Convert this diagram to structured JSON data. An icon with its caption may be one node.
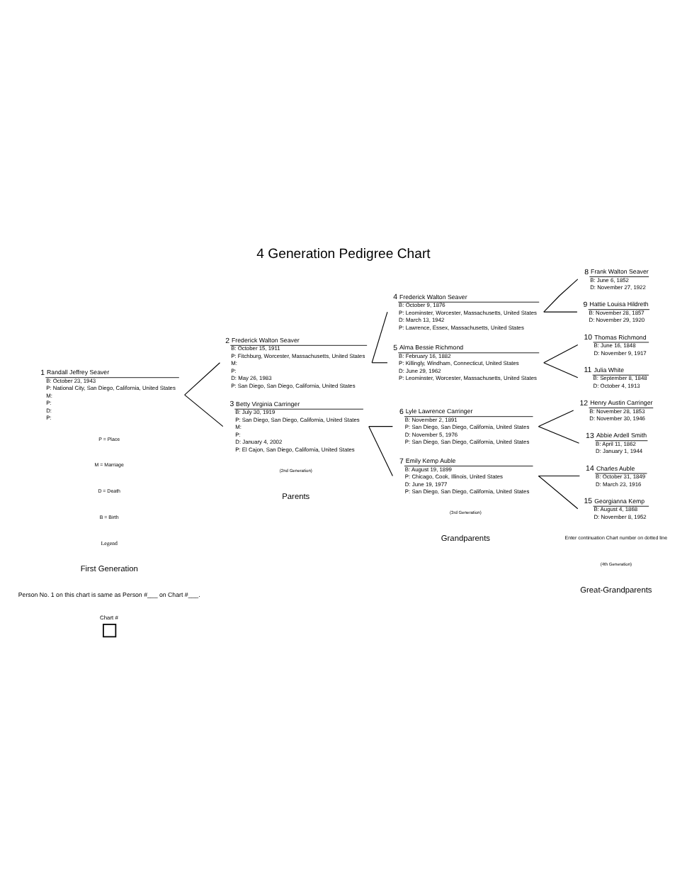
{
  "diagram": {
    "title": "4 Generation Pedigree Chart",
    "nodes": [
      {
        "text": [
          "1",
          "Randall Jeffrey Seaver",
          "B: October 23, 1943",
          "P: National City, San Diego, California, United States",
          "M:",
          "P:",
          "D:",
          "P:"
        ]
      },
      {
        "text": [
          "2",
          "Frederick Walton Seaver",
          "B: October 15, 1911",
          "P: Fitchburg, Worcester, Massachusetts, United States",
          "M:",
          "P:",
          "D: May 26, 1983",
          "P: San Diego, San Diego, California, United States"
        ]
      },
      {
        "text": [
          "3",
          "Betty Virginia Carringer",
          "B: July 30, 1919",
          "P: San Diego, San Diego, California, United States",
          "M:",
          "P:",
          "D: January 4, 2002",
          "P: El Cajon, San Diego, California, United States"
        ]
      },
      {
        "text": [
          "4",
          "Frederick Walton Seaver",
          "B: October 9, 1876",
          "P: Leominster, Worcester, Massachusetts, United States",
          "D: March 13, 1942",
          "P: Lawrence, Essex, Massachusetts, United States"
        ]
      },
      {
        "text": [
          "5",
          "Alma Bessie Richmond",
          "B: February 16, 1882",
          "P: Killingly, Windham, Connecticut, United States",
          "D: June 29, 1962",
          "P: Leominster, Worcester, Massachusetts, United States"
        ]
      },
      {
        "text": [
          "6",
          "Lyle Lawrence Carringer",
          "B: November 2, 1891",
          "P: San Diego, San Diego, California, United States",
          "D: November 5, 1976",
          "P: San Diego, San Diego, California, United States"
        ]
      },
      {
        "text": [
          "7",
          "Emily Kemp Auble",
          "B: August 19, 1899",
          "P: Chicago, Cook, Illinois, United States",
          "D: June 19, 1977",
          "P: San Diego, San Diego, California, United States"
        ]
      },
      {
        "text": [
          "8",
          "Frank Walton Seaver",
          "B: June 6, 1852",
          "D: November 27, 1922"
        ]
      },
      {
        "text": [
          "9",
          "Hattie Louisa Hildreth",
          "B: November 28, 1857",
          "D: November 29, 1920"
        ]
      },
      {
        "text": [
          "10",
          "Thomas Richmond",
          "B: June 16, 1848",
          "D: November 9, 1917"
        ]
      },
      {
        "text": [
          "11",
          "Julia White",
          "B: September 8, 1848",
          "D: October 4, 1913"
        ]
      },
      {
        "text": [
          "12",
          "Henry Austin Carringer",
          "B: November 28, 1853",
          "D: November 30, 1946"
        ]
      },
      {
        "text": [
          "13",
          "Abbie Ardell Smith",
          "B: April 11, 1862",
          "D: January 1, 1944"
        ]
      },
      {
        "text": [
          "14",
          "Charles Auble",
          "B: October 31, 1849",
          "D: March 23, 1916"
        ]
      },
      {
        "text": [
          "15",
          "Georgianna Kemp",
          "B: August 4, 1868",
          "D: November 8, 1952"
        ]
      }
    ],
    "edges": [
      {
        "from": 0,
        "to": 1,
        "arrow": "none"
      },
      {
        "from": 0,
        "to": 2,
        "arrow": "none"
      },
      {
        "from": 1,
        "to": 3,
        "arrow": "none"
      },
      {
        "from": 1,
        "to": 4,
        "arrow": "none"
      },
      {
        "from": 2,
        "to": 5,
        "arrow": "none"
      },
      {
        "from": 2,
        "to": 6,
        "arrow": "none"
      },
      {
        "from": 3,
        "to": 7,
        "arrow": "none"
      },
      {
        "from": 3,
        "to": 8,
        "arrow": "none"
      },
      {
        "from": 4,
        "to": 9,
        "arrow": "none"
      },
      {
        "from": 4,
        "to": 10,
        "arrow": "none"
      },
      {
        "from": 5,
        "to": 11,
        "arrow": "none"
      },
      {
        "from": 5,
        "to": 12,
        "arrow": "none"
      },
      {
        "from": 6,
        "to": 13,
        "arrow": "none"
      },
      {
        "from": 6,
        "to": 14,
        "arrow": "none"
      }
    ],
    "labels": [
      "Chart #",
      "Person No. 1 on this chart is same as Person #___ on Chart #___.",
      "Great-Grandparents",
      "(4th Generation)",
      "Grandparents",
      "(3rd Generation)",
      "Parents",
      "(2nd Generation)",
      "First Generation",
      "Legend",
      "B = Birth",
      "D = Death",
      "M = Marriage",
      "P = Place",
      "Enter continuation Chart number on dotted line"
    ]
  }
}
